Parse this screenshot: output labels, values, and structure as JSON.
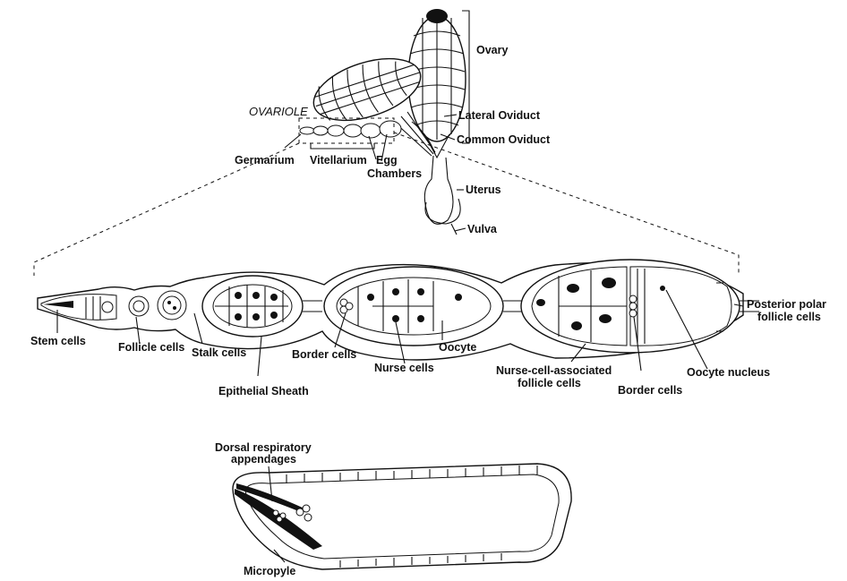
{
  "labels": {
    "ovary": "Ovary",
    "lateral_oviduct": "Lateral Oviduct",
    "common_oviduct": "Common Oviduct",
    "ovariole": "OVARIOLE",
    "germarium": "Germarium",
    "vitellarium": "Vitellarium",
    "egg": "Egg",
    "chambers": "Chambers",
    "uterus": "Uterus",
    "vulva": "Vulva",
    "stem_cells": "Stem cells",
    "follicle_cells": "Follicle cells",
    "stalk_cells": "Stalk cells",
    "epithelial_sheath": "Epithelial Sheath",
    "border_cells_1": "Border cells",
    "nurse_cells": "Nurse cells",
    "oocyte": "Oocyte",
    "nurse_assoc_1": "Nurse-cell-associated",
    "nurse_assoc_2": "follicle cells",
    "border_cells_2": "Border cells",
    "oocyte_nucleus": "Oocyte nucleus",
    "posterior_1": "Posterior polar",
    "posterior_2": "follicle cells",
    "dorsal_1": "Dorsal respiratory",
    "dorsal_2": "appendages",
    "micropyle": "Micropyle"
  },
  "colors": {
    "ink": "#111111",
    "background": "#ffffff"
  }
}
